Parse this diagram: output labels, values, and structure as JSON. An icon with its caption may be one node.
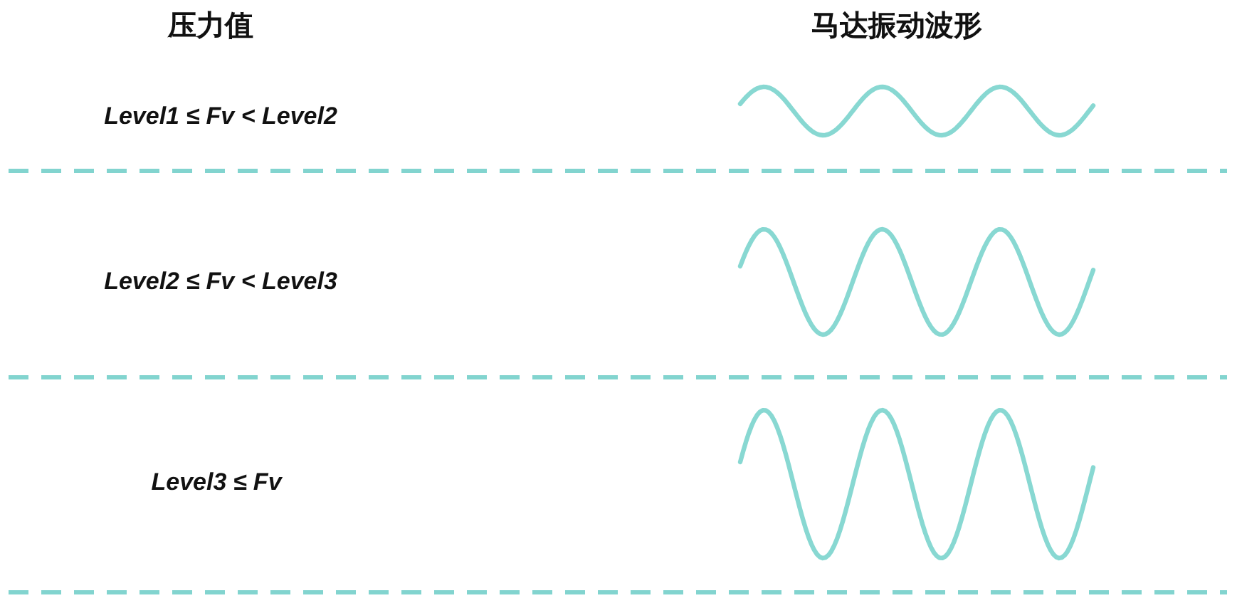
{
  "diagram": {
    "labels": [
      "压力值",
      "马达振动波形",
      "Level1 ≤ Fv < Level2",
      "Level2 ≤ Fv < Level3",
      "Level3 ≤ Fv"
    ]
  }
}
